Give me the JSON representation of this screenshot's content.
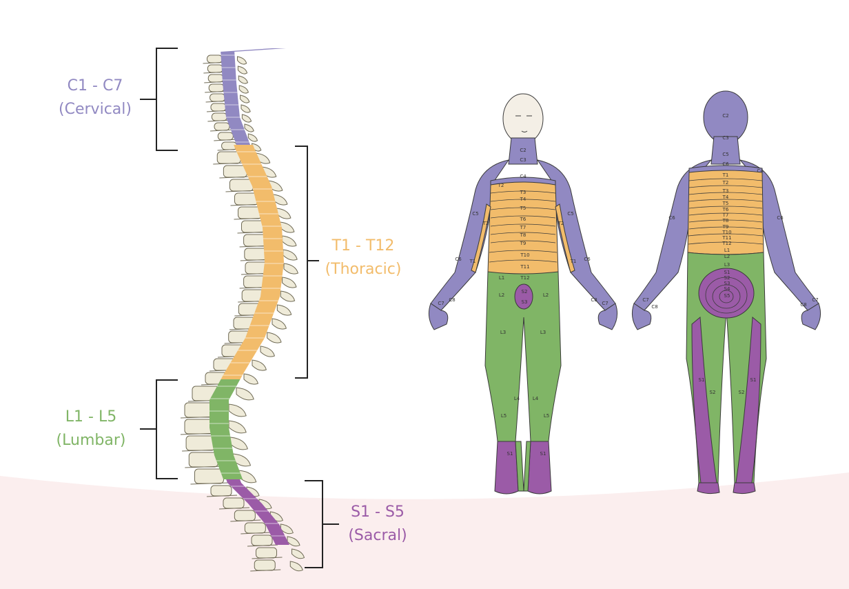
{
  "colors": {
    "cervical": "#9189c2",
    "thoracic": "#f2bc6b",
    "lumbar": "#80b566",
    "sacral": "#9b5ba7",
    "bone": "#efebd9",
    "bone_stroke": "#6f6a55",
    "background_wave": "#fbeeee"
  },
  "regions": [
    {
      "range": "C1 - C7",
      "name": "(Cervical)",
      "color": "#9189c2"
    },
    {
      "range": "T1 - T12",
      "name": "(Thoracic)",
      "color": "#f2bc6b"
    },
    {
      "range": "L1 - L5",
      "name": "(Lumbar)",
      "color": "#80b566"
    },
    {
      "range": "S1 - S5",
      "name": "(Sacral)",
      "color": "#9b5ba7"
    }
  ],
  "front_labels": [
    "C2",
    "C3",
    "C4",
    "C5",
    "C5",
    "C6",
    "C6",
    "C7",
    "C7",
    "C8",
    "C8",
    "T1",
    "T1",
    "T2",
    "T2",
    "T2",
    "T3",
    "T4",
    "T5",
    "T6",
    "T7",
    "T8",
    "T9",
    "T10",
    "T11",
    "T12",
    "L1",
    "L2",
    "L2",
    "L3",
    "L3",
    "L4",
    "L4",
    "L5",
    "L5",
    "S1",
    "S1",
    "S2",
    "S3"
  ],
  "back_labels": [
    "C2",
    "C3",
    "C4",
    "C5",
    "C6",
    "C6",
    "C6",
    "C7",
    "C7",
    "C8",
    "C8",
    "T1",
    "T2",
    "T3",
    "T4",
    "T5",
    "T6",
    "T7",
    "T8",
    "T9",
    "T10",
    "T11",
    "T12",
    "L1",
    "L2",
    "L3",
    "S1",
    "S2",
    "S3",
    "S4",
    "S5",
    "S1",
    "S1",
    "S2",
    "S2"
  ]
}
